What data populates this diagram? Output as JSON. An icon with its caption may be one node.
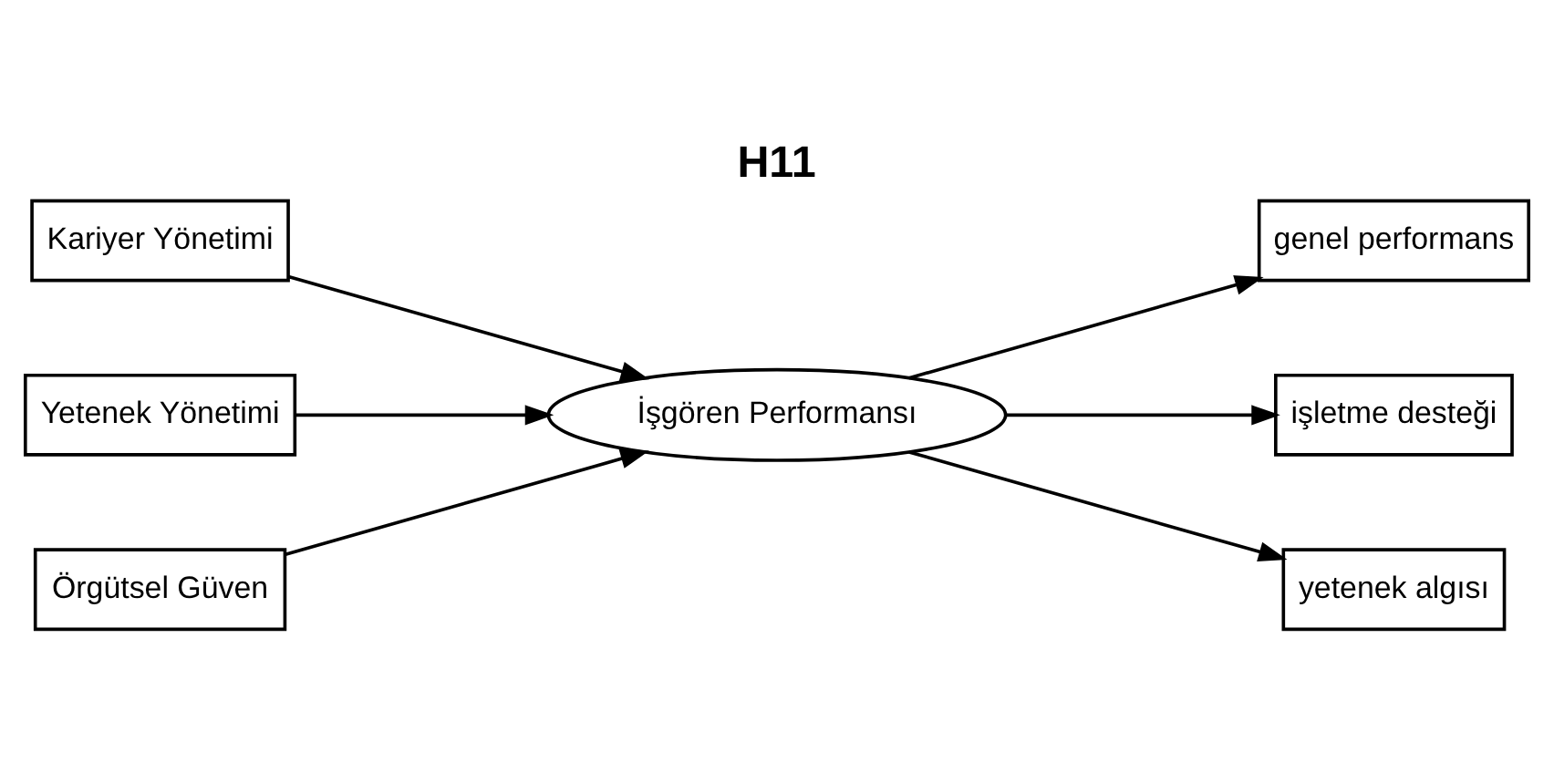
{
  "diagram": {
    "title": "H11",
    "nodes": [
      {
        "text": [
          "Kariyer Yönetimi"
        ]
      },
      {
        "text": [
          "Yetenek Yönetimi"
        ]
      },
      {
        "text": [
          "Örgütsel Güven"
        ]
      },
      {
        "text": [
          "İşgören Performansı"
        ]
      },
      {
        "text": [
          "genel performans"
        ]
      },
      {
        "text": [
          "işletme desteği"
        ]
      },
      {
        "text": [
          "yetenek algısı"
        ]
      }
    ],
    "edges": [
      {
        "from": 0,
        "to": 3,
        "arrow": "to"
      },
      {
        "from": 1,
        "to": 3,
        "arrow": "to"
      },
      {
        "from": 2,
        "to": 3,
        "arrow": "to"
      },
      {
        "from": 3,
        "to": 4,
        "arrow": "to"
      },
      {
        "from": 3,
        "to": 5,
        "arrow": "to"
      },
      {
        "from": 3,
        "to": 6,
        "arrow": "to"
      }
    ]
  }
}
